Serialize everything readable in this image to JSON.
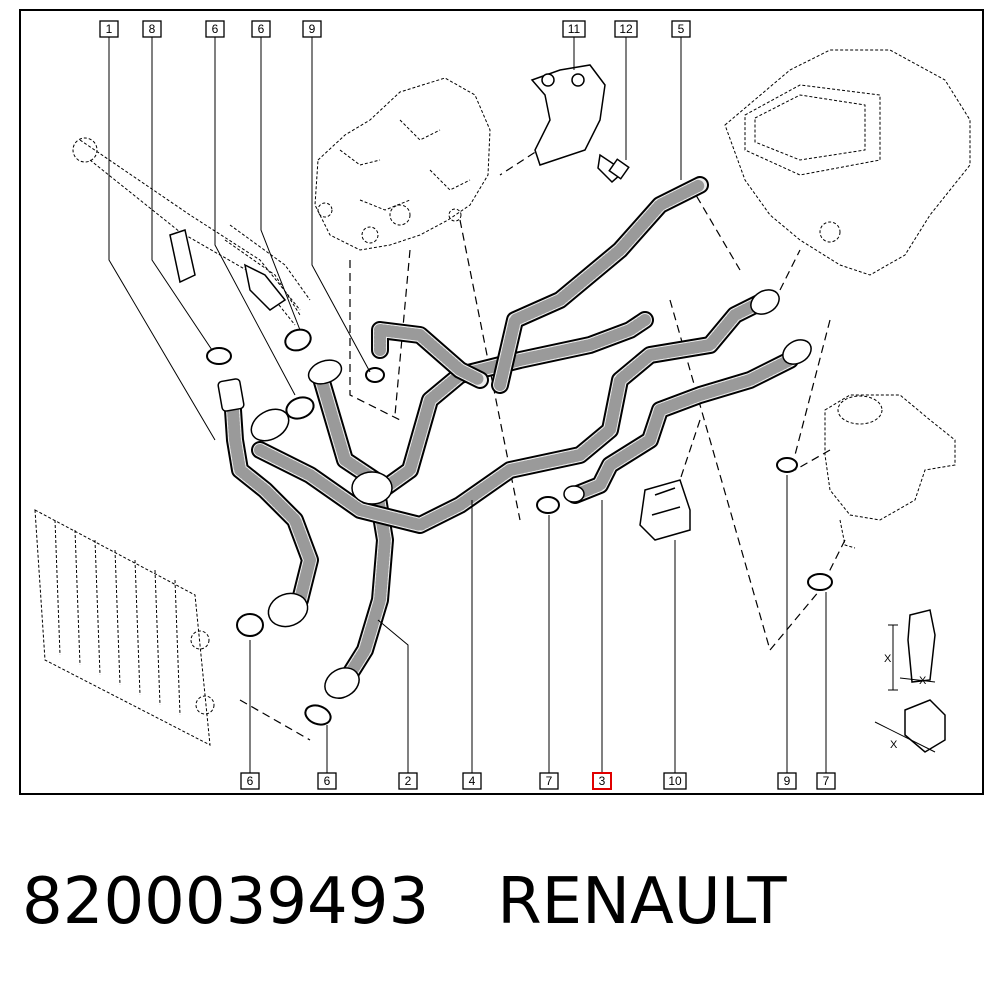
{
  "callouts": [
    {
      "label": "1"
    },
    {
      "label": "8"
    },
    {
      "label": "6"
    },
    {
      "label": "6"
    },
    {
      "label": "9"
    },
    {
      "label": "11"
    },
    {
      "label": "12"
    },
    {
      "label": "5"
    },
    {
      "label": "6"
    },
    {
      "label": "6"
    },
    {
      "label": "2"
    },
    {
      "label": "4"
    },
    {
      "label": "7"
    },
    {
      "label": "3",
      "highlighted": true
    },
    {
      "label": "10"
    },
    {
      "label": "9"
    },
    {
      "label": "7"
    }
  ],
  "dimension_marks": {
    "x": "X"
  },
  "highlight_color": "#e00000",
  "footer": {
    "part_number": "8200039493",
    "brand": "RENAULT"
  }
}
